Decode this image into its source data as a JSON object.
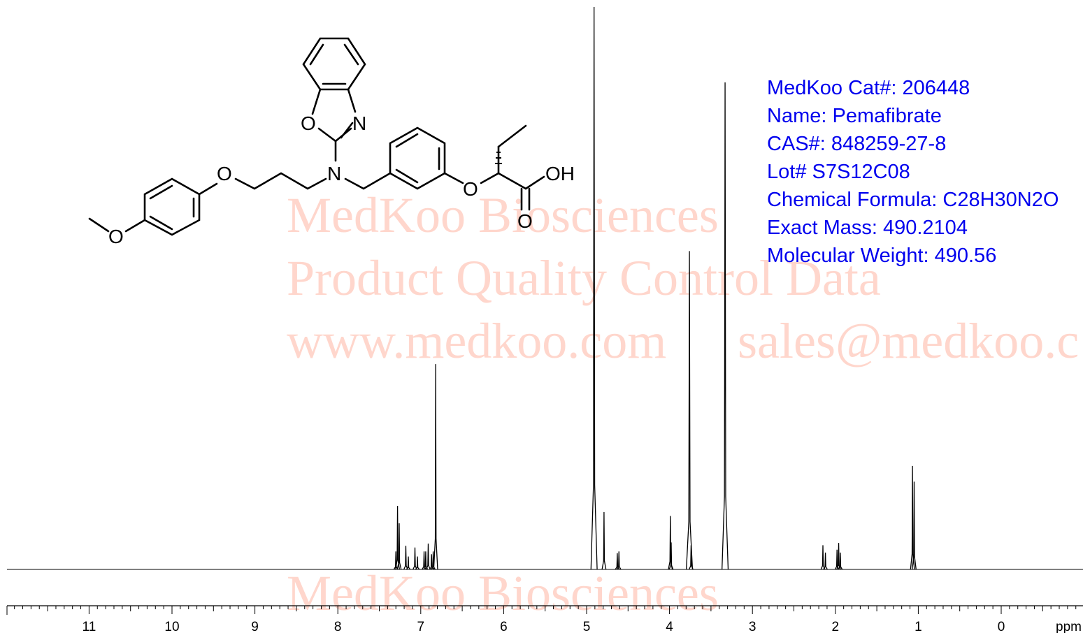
{
  "colors": {
    "info_text": "#0000ee",
    "watermark": "#ffd6cc",
    "spectrum": "#000000"
  },
  "info": [
    {
      "label": "MedKoo Cat#: 206448"
    },
    {
      "label": "Name: Pemafibrate"
    },
    {
      "label": "CAS#: 848259-27-8"
    },
    {
      "label": "Lot# S7S12C08"
    },
    {
      "label": "Chemical Formula: C28H30N2O"
    },
    {
      "label": "Exact Mass: 490.2104"
    },
    {
      "label": "Molecular Weight: 490.56"
    }
  ],
  "watermark": {
    "line1": "MedKoo Biosciences",
    "line2": "Product Quality Control Data",
    "line3": "www.medkoo.com",
    "line4": "sales@medkoo.c",
    "bottom": "MedKoo Biosciences"
  },
  "structure_atoms": {
    "o_methoxy": "O",
    "o_ether": "O",
    "n_amine": "N",
    "o_oxazole": "O",
    "n_oxazole": "N",
    "o_phenoxy": "O",
    "oh": "OH",
    "o_carbonyl": "O"
  },
  "chart_data": {
    "type": "line",
    "title": "",
    "xlabel": "ppm",
    "ylabel": "",
    "x_reversed": true,
    "xlim": [
      12.0,
      -1.0
    ],
    "ylim": [
      0,
      100
    ],
    "x_ticks": [
      11,
      10,
      9,
      8,
      7,
      6,
      5,
      4,
      3,
      2,
      1,
      0
    ],
    "peaks": [
      {
        "x": 7.28,
        "y": 11.3
      },
      {
        "x": 7.26,
        "y": 8.2
      },
      {
        "x": 7.3,
        "y": 3.2
      },
      {
        "x": 7.18,
        "y": 4.2
      },
      {
        "x": 7.15,
        "y": 2.3
      },
      {
        "x": 7.07,
        "y": 3.9
      },
      {
        "x": 7.04,
        "y": 2.3
      },
      {
        "x": 6.96,
        "y": 3.2
      },
      {
        "x": 6.94,
        "y": 3.2
      },
      {
        "x": 6.91,
        "y": 4.6
      },
      {
        "x": 6.87,
        "y": 2.7
      },
      {
        "x": 6.85,
        "y": 3.2
      },
      {
        "x": 6.82,
        "y": 36.5
      },
      {
        "x": 4.91,
        "y": 100
      },
      {
        "x": 4.79,
        "y": 10.2
      },
      {
        "x": 4.63,
        "y": 2.9
      },
      {
        "x": 4.61,
        "y": 3.2
      },
      {
        "x": 3.99,
        "y": 9.5
      },
      {
        "x": 3.98,
        "y": 4.8
      },
      {
        "x": 3.76,
        "y": 56.6
      },
      {
        "x": 3.74,
        "y": 4.3
      },
      {
        "x": 3.33,
        "y": 86.6
      },
      {
        "x": 2.15,
        "y": 4.3
      },
      {
        "x": 2.12,
        "y": 3.0
      },
      {
        "x": 1.98,
        "y": 3.5
      },
      {
        "x": 1.96,
        "y": 4.7
      },
      {
        "x": 1.94,
        "y": 3.0
      },
      {
        "x": 1.07,
        "y": 18.4
      },
      {
        "x": 1.05,
        "y": 15.6
      }
    ]
  }
}
